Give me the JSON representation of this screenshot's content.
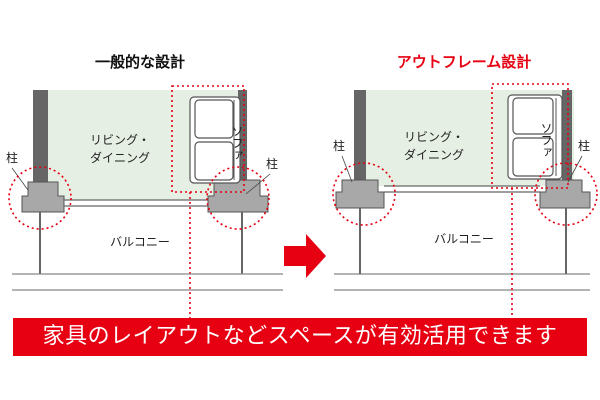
{
  "left": {
    "title": "一般的な設計",
    "room_line1": "リビング・",
    "room_line2": "ダイニング",
    "sofa": "ソファ",
    "pillar_left": "柱",
    "pillar_right": "柱",
    "balcony": "バルコニー"
  },
  "right": {
    "title": "アウトフレーム設計",
    "room_line1": "リビング・",
    "room_line2": "ダイニング",
    "sofa": "ソファ",
    "pillar_left": "柱",
    "pillar_right": "柱",
    "balcony": "バルコニー"
  },
  "banner": {
    "text": "家具のレイアウトなどスペースが有効活用できます"
  },
  "colors": {
    "accent": "#e60012",
    "room": "#e6efe3",
    "pillar": "#a8a8a8",
    "wall": "#666666"
  }
}
